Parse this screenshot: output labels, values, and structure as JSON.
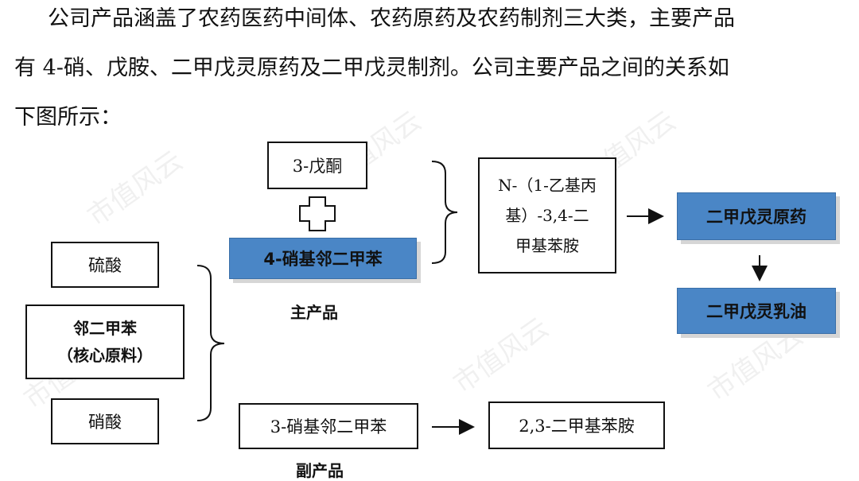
{
  "paragraph": {
    "line1": "公司产品涵盖了农药医药中间体、农药原药及农药制剂三大类，主要产品",
    "line2": "有 4-硝、戊胺、二甲戊灵原药及二甲戊灵制剂。公司主要产品之间的关系如",
    "line3": "下图所示："
  },
  "diagram": {
    "pentanone": "3-戊酮",
    "nitro_oxylene_4": "4-硝基邻二甲苯",
    "main_product_label": "主产品",
    "sulfuric_acid": "硫酸",
    "oxylene_line1": "邻二甲苯",
    "oxylene_line2": "（核心原料）",
    "nitric_acid": "硝酸",
    "nitro_oxylene_3": "3-硝基邻二甲苯",
    "by_product_label": "副产品",
    "intermediate_line1": "N-（1-乙基丙",
    "intermediate_line2": "基）-3,4-二",
    "intermediate_line3": "甲基苯胺",
    "pendimethalin_tech": "二甲戊灵原药",
    "pendimethalin_ec": "二甲戊灵乳油",
    "dimethylaniline": "2,3-二甲基苯胺"
  },
  "watermark": "市值风云"
}
